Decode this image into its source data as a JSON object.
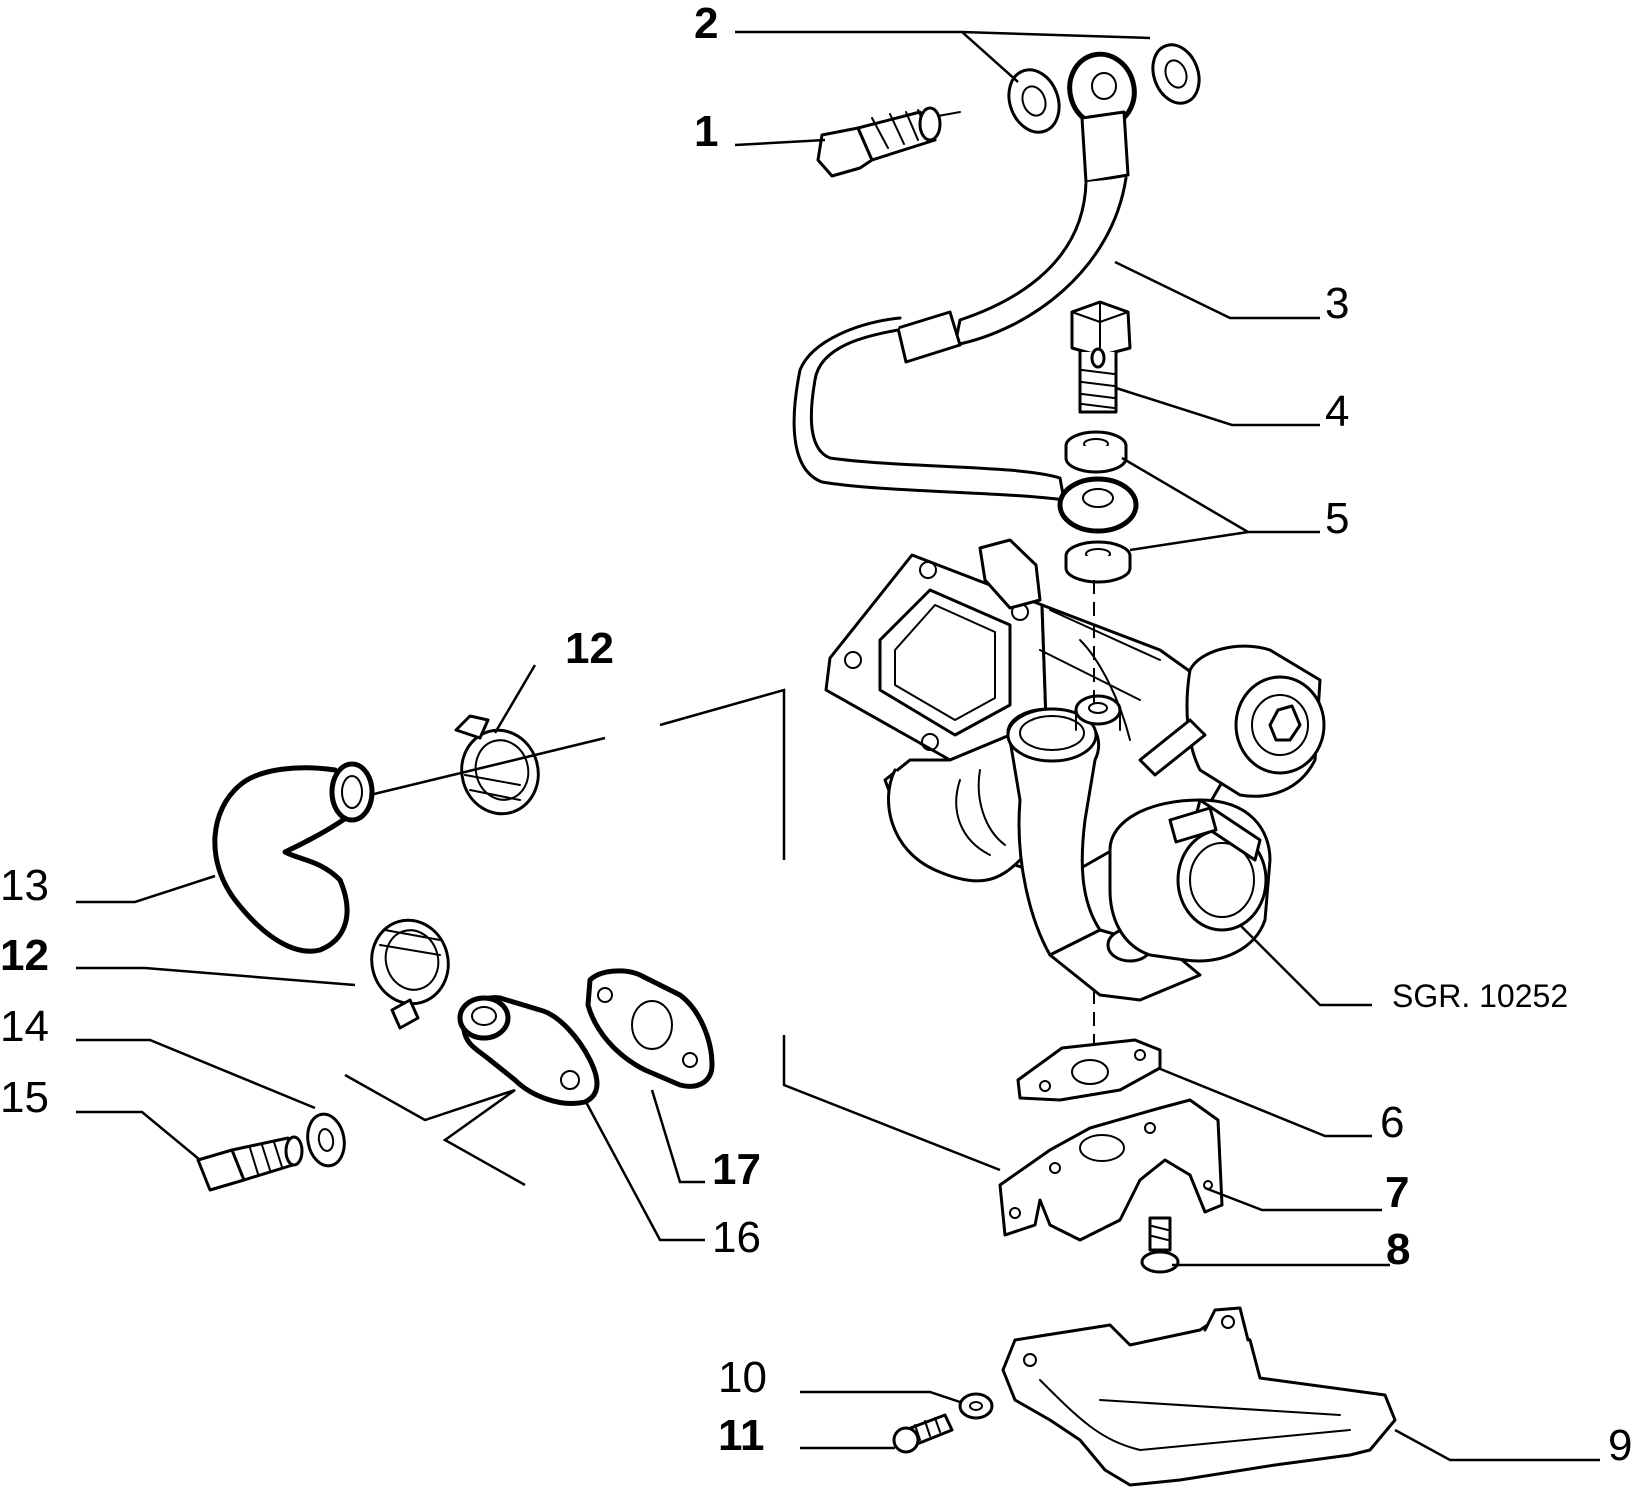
{
  "callouts": [
    {
      "id": "1",
      "label": "1"
    },
    {
      "id": "2",
      "label": "2"
    },
    {
      "id": "3",
      "label": "3"
    },
    {
      "id": "4",
      "label": "4"
    },
    {
      "id": "5",
      "label": "5"
    },
    {
      "id": "6",
      "label": "6"
    },
    {
      "id": "7",
      "label": "7"
    },
    {
      "id": "8",
      "label": "8"
    },
    {
      "id": "9",
      "label": "9"
    },
    {
      "id": "10",
      "label": "10"
    },
    {
      "id": "11",
      "label": "11"
    },
    {
      "id": "12a",
      "label": "12"
    },
    {
      "id": "12b",
      "label": "12"
    },
    {
      "id": "13",
      "label": "13"
    },
    {
      "id": "14",
      "label": "14"
    },
    {
      "id": "15",
      "label": "15"
    },
    {
      "id": "16",
      "label": "16"
    },
    {
      "id": "17",
      "label": "17"
    }
  ],
  "reference": "SGR. 10252"
}
